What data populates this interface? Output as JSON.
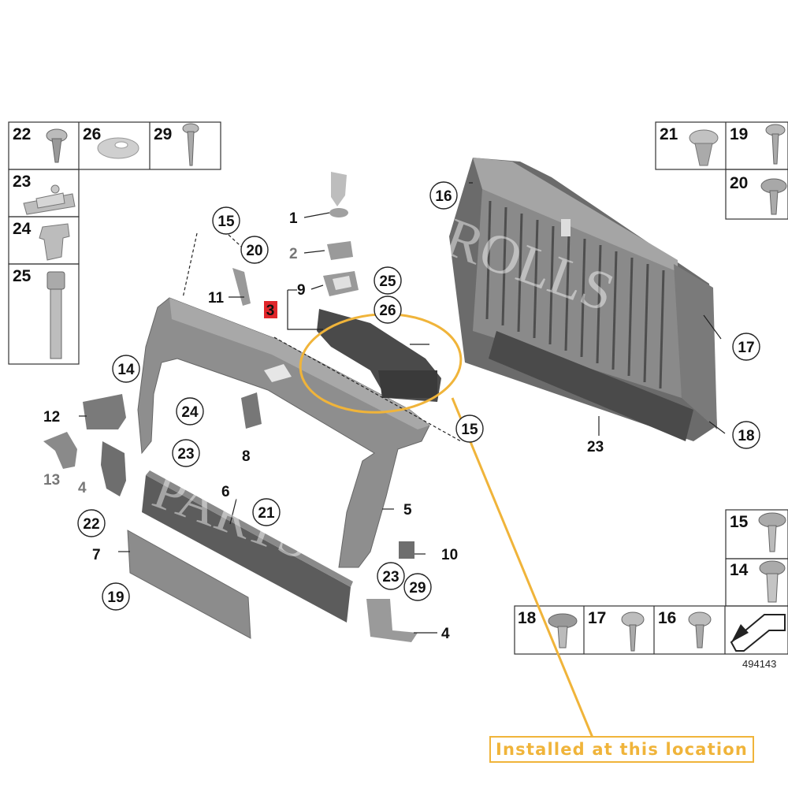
{
  "diagram": {
    "sheet_number": "494143",
    "note": "Installed at this location",
    "highlight_color": "#f0b43a",
    "selected_part_color": "#e0262b",
    "parts_table_left": [
      {
        "no": "22",
        "part": "self-tapping-screw"
      },
      {
        "no": "26",
        "part": "washer"
      },
      {
        "no": "29",
        "part": "self-tapping-screw"
      },
      {
        "no": "23",
        "part": "nut-clip"
      },
      {
        "no": "24",
        "part": "clip"
      },
      {
        "no": "25",
        "part": "bolt"
      }
    ],
    "parts_table_right_top": [
      {
        "no": "21",
        "part": "expanding-rivet"
      },
      {
        "no": "19",
        "part": "screw"
      },
      {
        "no": "20",
        "part": "screw"
      }
    ],
    "parts_table_right_bottom": [
      {
        "no": "15",
        "part": "collar-screw"
      },
      {
        "no": "14",
        "part": "threaded-screw"
      },
      {
        "no": "18",
        "part": "collar-screw"
      },
      {
        "no": "17",
        "part": "torx-screw"
      },
      {
        "no": "16",
        "part": "torx-screw"
      }
    ],
    "callouts": {
      "c1": "1",
      "c2": "2",
      "c3": "3",
      "c4a": "4",
      "c4b": "4",
      "c5": "5",
      "c6": "6",
      "c7": "7",
      "c8": "8",
      "c9": "9",
      "c10": "10",
      "c11": "11",
      "c12": "12",
      "c13": "13",
      "c14": "14",
      "c15a": "15",
      "c15b": "15",
      "c16": "16",
      "c17": "17",
      "c18": "18",
      "c19": "19",
      "c20": "20",
      "c21": "21",
      "c22": "22",
      "c23a": "23",
      "c23b": "23",
      "c23c": "23",
      "c24": "24",
      "c25": "25",
      "c26": "26",
      "c29": "29"
    }
  }
}
